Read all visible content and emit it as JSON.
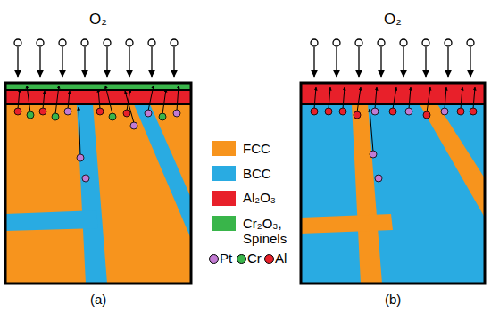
{
  "diagram": {
    "labels": [
      "O₂",
      "O₂",
      "(a)",
      "(b)"
    ],
    "legend": [
      {
        "text": "FCC",
        "color": "#F7941D"
      },
      {
        "text": "BCC",
        "color": "#29ABE2"
      },
      {
        "text": "Al₂O₃",
        "color": "#E8202A"
      },
      {
        "text": "Cr₂O₃, Spinels",
        "color": "#39B54A"
      },
      {
        "text": "Pt",
        "color": "#C27BD3"
      },
      {
        "text": "Cr",
        "color": "#39B54A"
      },
      {
        "text": "Al",
        "color": "#E8202A"
      }
    ]
  }
}
